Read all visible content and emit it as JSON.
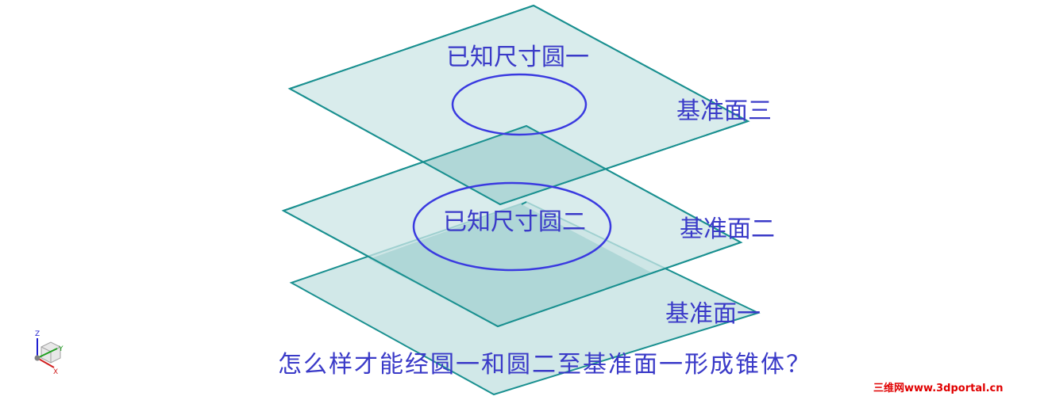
{
  "planes": {
    "top_label": "基准面三",
    "middle_label": "基准面二",
    "bottom_label": "基准面一"
  },
  "circles": {
    "upper_label": "已知尺寸圆一",
    "lower_label": "已知尺寸圆二"
  },
  "question": "怎么样才能经圆一和圆二至基准面一形成锥体？",
  "triad": {
    "z_label": "Z",
    "y_label": "Y",
    "x_label": "X"
  },
  "watermark": "三维网www.3dportal.cn",
  "colors": {
    "plane_fill": "#cce6e6",
    "plane_overlap": "#a7d3d3",
    "plane_edge": "#1a9090",
    "sketch_circle": "#3a3ae0",
    "label_text": "#3a3ac8",
    "watermark": "#e00000"
  }
}
